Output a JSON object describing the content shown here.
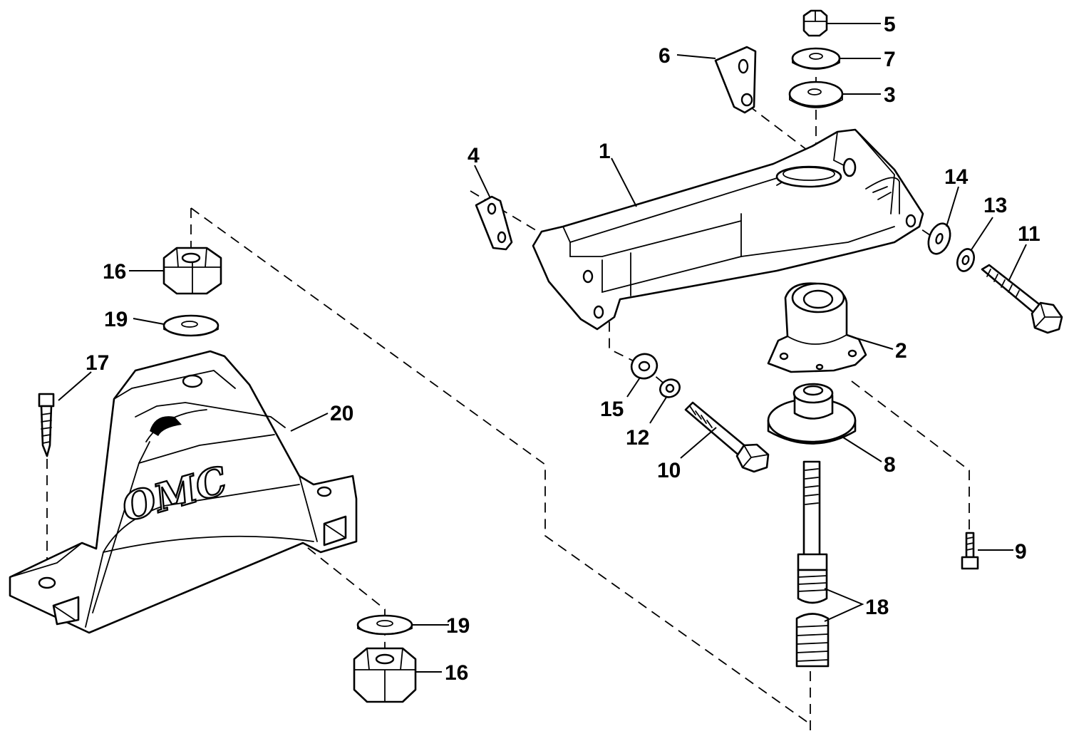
{
  "labels": {
    "l1": "1",
    "l2": "2",
    "l3": "3",
    "l4": "4",
    "l5": "5",
    "l6": "6",
    "l7": "7",
    "l8": "8",
    "l9": "9",
    "l10": "10",
    "l11": "11",
    "l12": "12",
    "l13": "13",
    "l14": "14",
    "l15": "15",
    "l16a": "16",
    "l16b": "16",
    "l17": "17",
    "l18": "18",
    "l19a": "19",
    "l19b": "19",
    "l20": "20"
  },
  "logo": {
    "text": "OMC"
  },
  "colors": {
    "ink": "#000000",
    "paper": "#ffffff"
  }
}
